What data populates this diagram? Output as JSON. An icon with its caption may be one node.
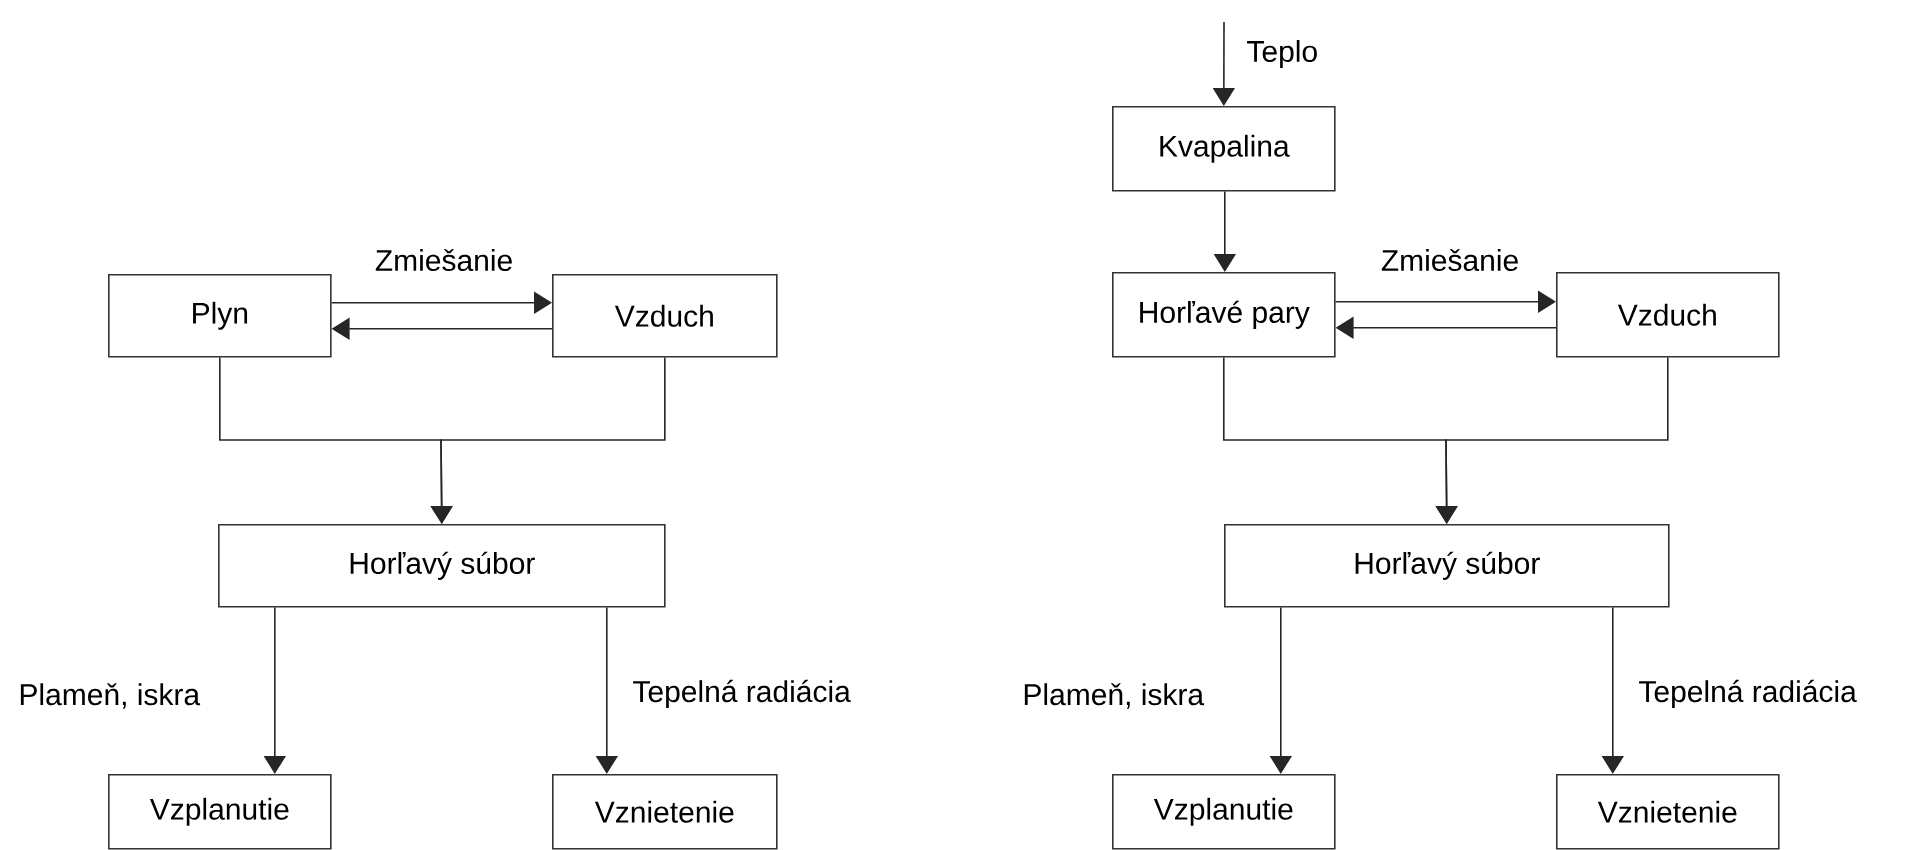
{
  "diagram": {
    "nodes": [
      {
        "text": [
          "Plyn"
        ]
      },
      {
        "text": [
          "Vzduch"
        ]
      },
      {
        "text": [
          "Horľavý súbor"
        ]
      },
      {
        "text": [
          "Vzplanutie"
        ]
      },
      {
        "text": [
          "Vznietenie"
        ]
      },
      {
        "text": [
          "Kvapalina"
        ]
      },
      {
        "text": [
          "Horľavé pary"
        ]
      },
      {
        "text": [
          "Vzduch"
        ]
      },
      {
        "text": [
          "Horľavý súbor"
        ]
      },
      {
        "text": [
          "Vzplanutie"
        ]
      },
      {
        "text": [
          "Vznietenie"
        ]
      }
    ],
    "edges": [
      {
        "from": 0,
        "to": 1,
        "arrow": "to",
        "label": "Zmiešanie"
      },
      {
        "from": 1,
        "to": 0,
        "arrow": "to"
      },
      {
        "from": 0,
        "to": 2,
        "arrow": "to"
      },
      {
        "from": 1,
        "to": 2,
        "arrow": "to"
      },
      {
        "from": 2,
        "to": 3,
        "arrow": "to",
        "label": "Plameň, iskra"
      },
      {
        "from": 2,
        "to": 4,
        "arrow": "to",
        "label": "Tepelná radiácia"
      },
      {
        "from": null,
        "to": 5,
        "arrow": "to",
        "label": "Teplo"
      },
      {
        "from": 5,
        "to": 6,
        "arrow": "to"
      },
      {
        "from": 6,
        "to": 7,
        "arrow": "to",
        "label": "Zmiešanie"
      },
      {
        "from": 7,
        "to": 6,
        "arrow": "to"
      },
      {
        "from": 6,
        "to": 8,
        "arrow": "to"
      },
      {
        "from": 7,
        "to": 8,
        "arrow": "to"
      },
      {
        "from": 8,
        "to": 9,
        "arrow": "to",
        "label": "Plameň, iskra"
      },
      {
        "from": 8,
        "to": 10,
        "arrow": "to",
        "label": "Tepelná radiácia"
      }
    ]
  }
}
